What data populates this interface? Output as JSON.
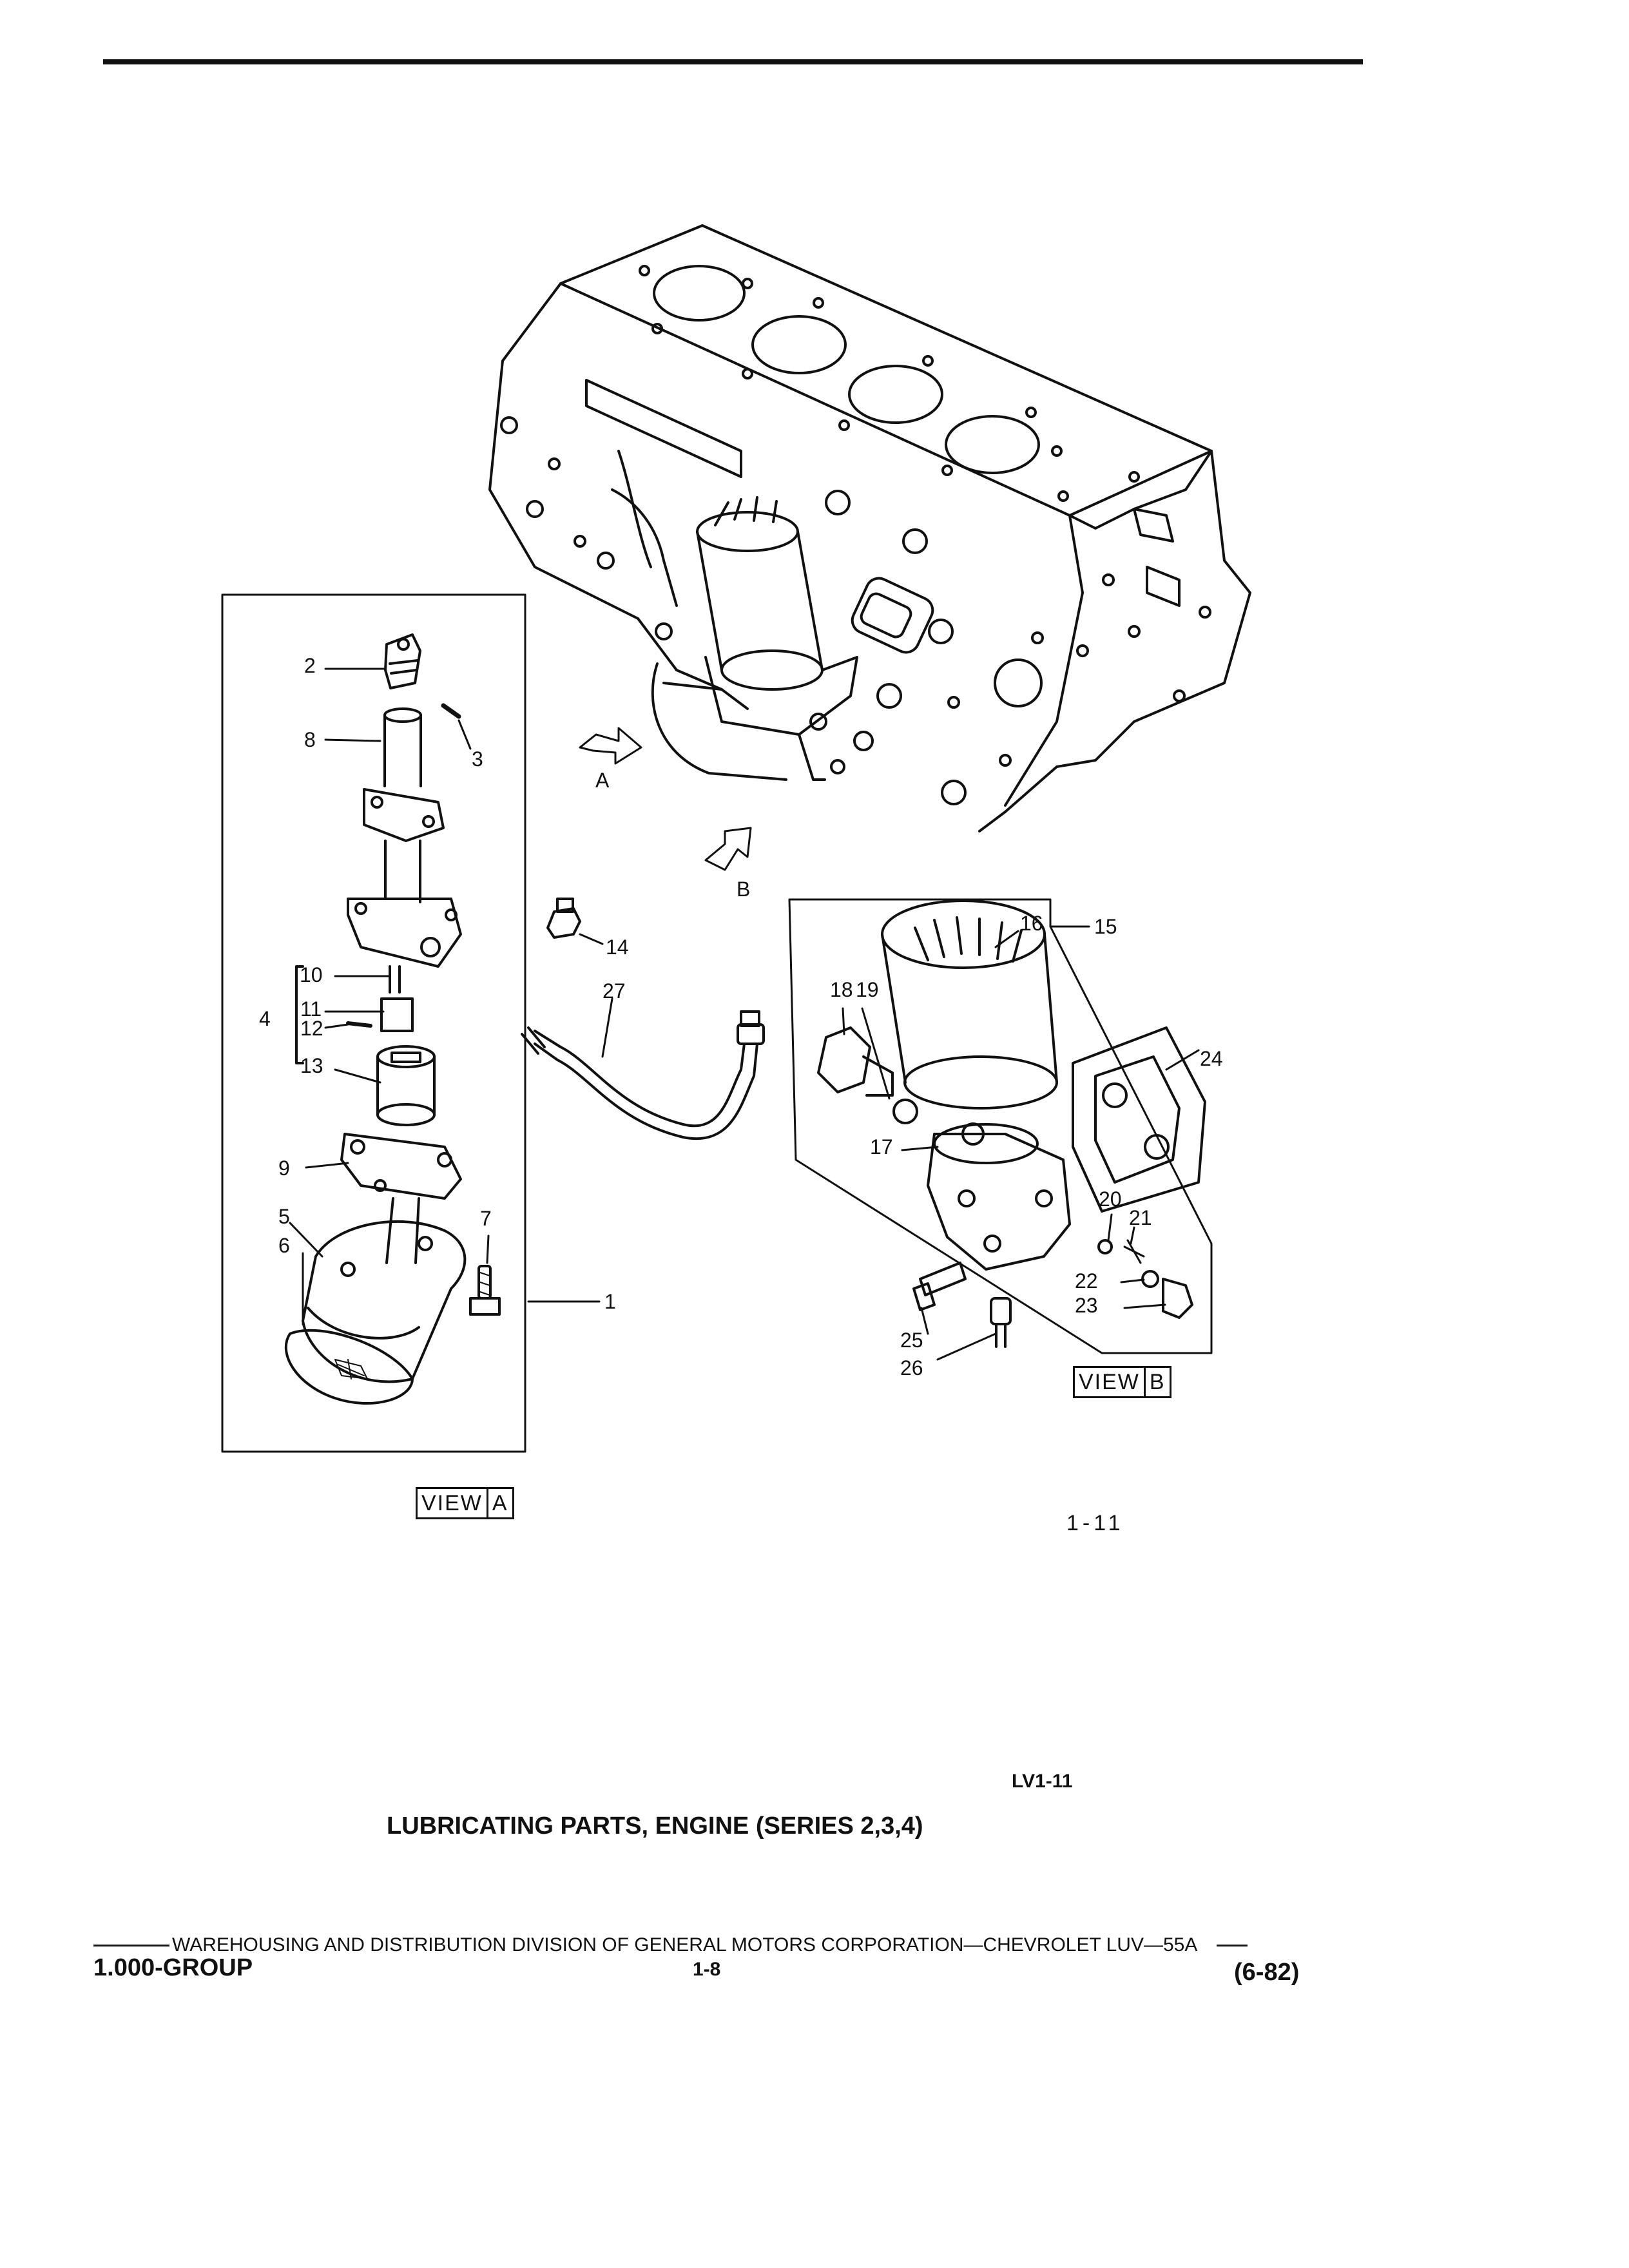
{
  "callouts": {
    "c1": "1",
    "c2": "2",
    "c3": "3",
    "c4": "4",
    "c5": "5",
    "c6": "6",
    "c7": "7",
    "c8": "8",
    "c9": "9",
    "c10": "10",
    "c11": "11",
    "c12": "12",
    "c13": "13",
    "c14": "14",
    "c15": "15",
    "c16": "16",
    "c17": "17",
    "c18": "18",
    "c19": "19",
    "c20": "20",
    "c21": "21",
    "c22": "22",
    "c23": "23",
    "c24": "24",
    "c25": "25",
    "c26": "26",
    "c27": "27"
  },
  "view_markers": {
    "a": "A",
    "b": "B"
  },
  "view_tags": {
    "a_word": "VIEW",
    "a_letter": "A",
    "b_word": "VIEW",
    "b_letter": "B"
  },
  "figure_ref": "1-11",
  "illustration_code": "LV1-11",
  "caption": "LUBRICATING PARTS, ENGINE (SERIES 2,3,4)",
  "footer": {
    "publisher": "WAREHOUSING AND DISTRIBUTION  DIVISION OF GENERAL MOTORS CORPORATION—CHEVROLET LUV—55A",
    "group": "1.000-GROUP",
    "page": "1-8",
    "date": "(6-82)"
  }
}
